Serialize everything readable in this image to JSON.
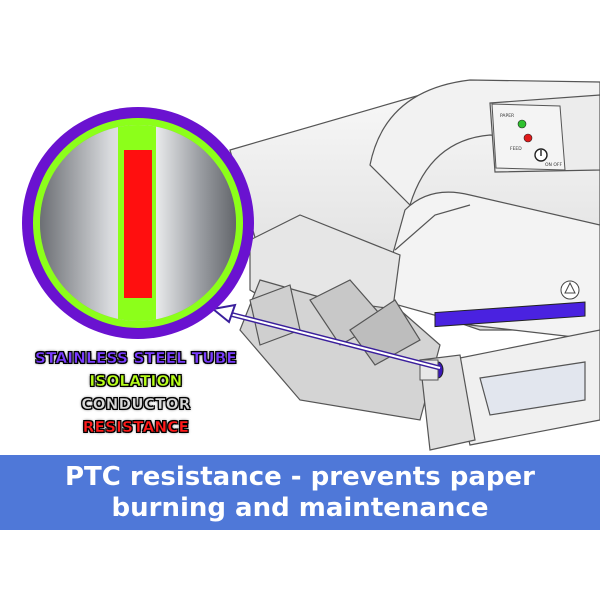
{
  "legend": {
    "items": [
      {
        "label": "STAINLESS STEEL TUBE",
        "color": "#7a3cff"
      },
      {
        "label": "ISOLATION",
        "color": "#b8ff1a"
      },
      {
        "label": "CONDUCTOR",
        "color": "#d9d9d9"
      },
      {
        "label": "RESISTANCE",
        "color": "#ff1a1a"
      }
    ]
  },
  "caption": {
    "line1": "PTC resistance - prevents paper",
    "line2": "burning and maintenance",
    "background": "#4f78d8"
  },
  "colors": {
    "tube_outer": "#6a12d0",
    "isolation_ring": "#8cff1a",
    "resistance_core": "#ff0f0f",
    "highlight_roller": "#4a22e0"
  },
  "panel_labels": [
    "PAPER",
    "FEED",
    "ON OFF"
  ]
}
